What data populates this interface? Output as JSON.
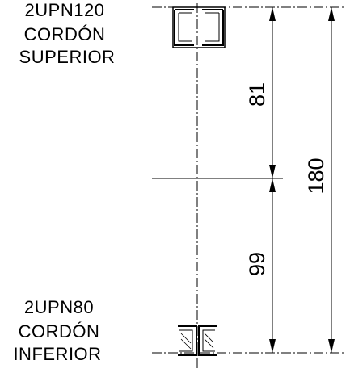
{
  "labels": {
    "top": {
      "line1": "2UPN120",
      "line2": "CORDÓN",
      "line3": "SUPERIOR"
    },
    "bottom": {
      "line1": "2UPN80",
      "line2": "CORDÓN",
      "line3": "INFERIOR"
    }
  },
  "dimensions": {
    "upper": "81",
    "lower": "99",
    "total": "180"
  },
  "colors": {
    "ink": "#000000",
    "background": "#ffffff"
  }
}
